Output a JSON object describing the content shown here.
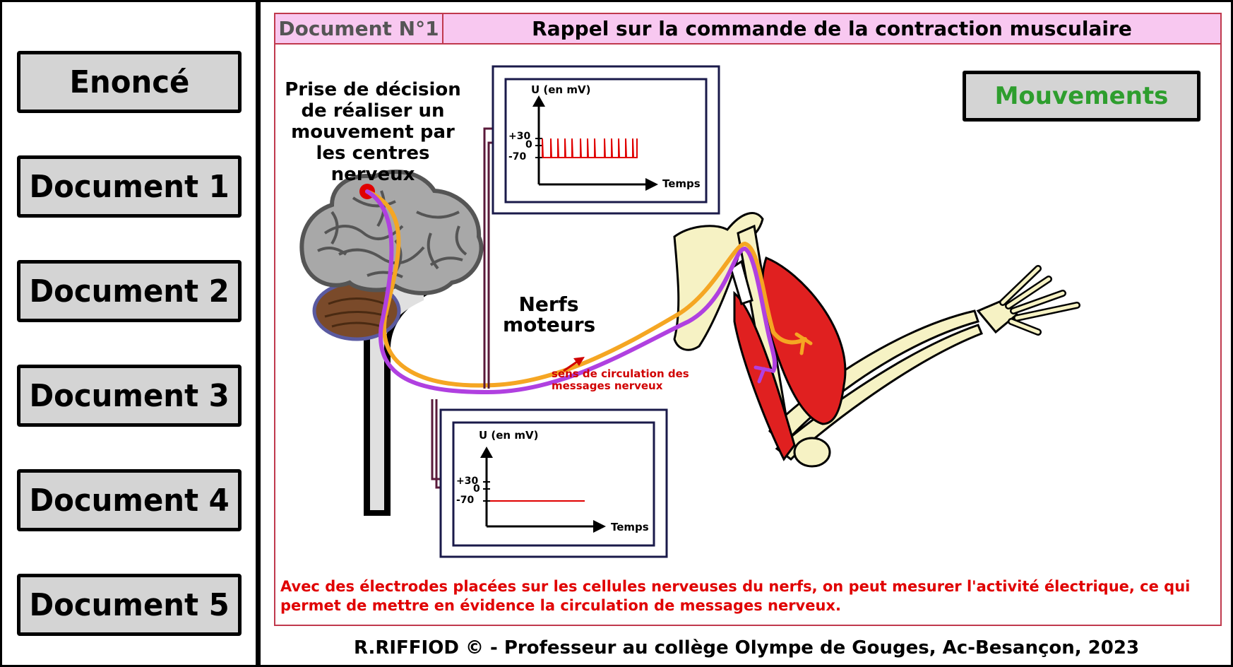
{
  "nav": {
    "items": [
      {
        "label": "Enoncé"
      },
      {
        "label": "Document 1"
      },
      {
        "label": "Document 2"
      },
      {
        "label": "Document 3"
      },
      {
        "label": "Document 4"
      },
      {
        "label": "Document 5"
      }
    ]
  },
  "document": {
    "number_label": "Document N°1",
    "title": "Rappel sur la commande de la contraction musculaire"
  },
  "movements_button": {
    "label": "Mouvements"
  },
  "diagram": {
    "decision_text": "Prise de décision de réaliser un mouvement par les centres nerveux",
    "nerves_label": "Nerfs moteurs",
    "direction_label": "sens de circulation des messages nerveux"
  },
  "oscilloscopes": [
    {
      "y_label": "U (en mV)",
      "x_label": "Temps",
      "ticks": [
        "+30",
        "0",
        "-70"
      ],
      "signal": "spikes"
    },
    {
      "y_label": "U (en mV)",
      "x_label": "Temps",
      "ticks": [
        "+30",
        "0",
        "-70"
      ],
      "signal": "flat"
    }
  ],
  "caption": "Avec des électrodes placées sur les cellules nerveuses du nerfs, on peut mesurer l'activité électrique, ce qui permet de mettre en évidence la circulation de messages nerveux.",
  "footer": "R.RIFFIOD © - Professeur au collège Olympe de Gouges, Ac-Besançon, 2023",
  "colors": {
    "header_bg": "#f8c8f0",
    "accent_green": "#2e9e2e",
    "signal_red": "#e00000",
    "nerve_orange": "#f5a623",
    "nerve_purple": "#b040e0",
    "muscle_red": "#e02020",
    "bone": "#f6f2c4"
  }
}
